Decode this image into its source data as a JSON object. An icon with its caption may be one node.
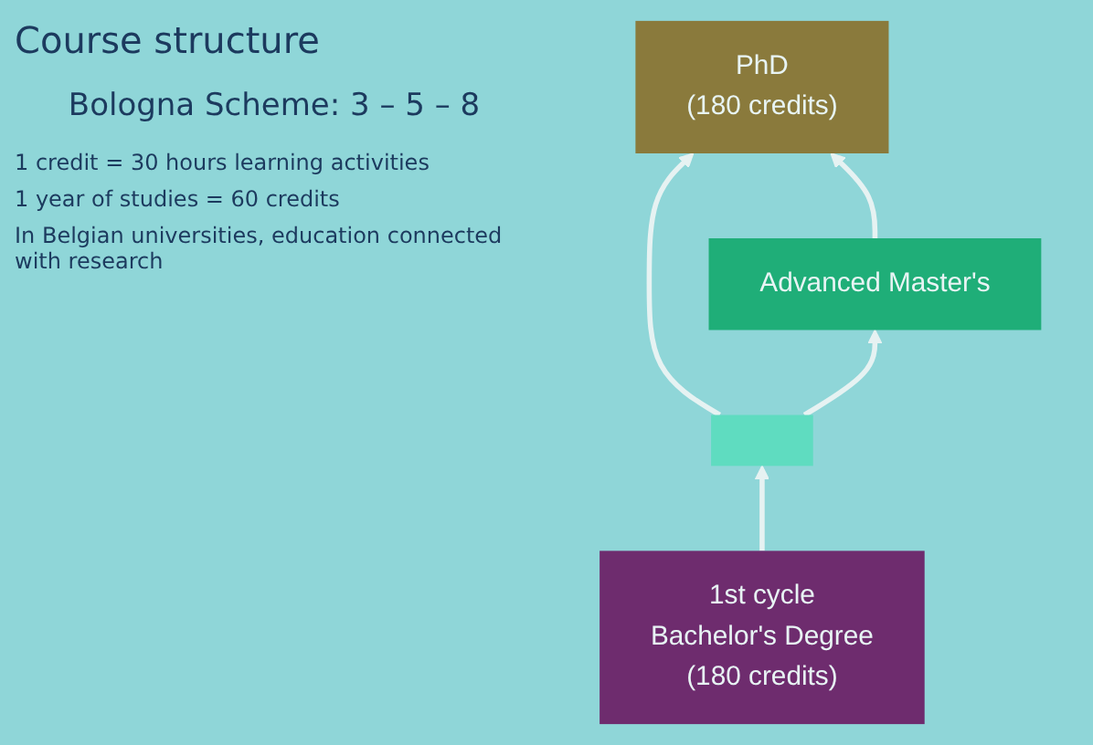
{
  "diagram": {
    "title": "Course structure",
    "nodes": [
      {
        "text": [
          "PhD",
          "(180 credits)"
        ]
      },
      {
        "text": [
          "Advanced Master's"
        ]
      },
      {
        "text": [],
        "shape": "box"
      },
      {
        "text": [
          "1st cycle",
          "Bachelor's Degree",
          "(180 credits)"
        ]
      }
    ],
    "edges": [
      {
        "from": 3,
        "to": 2,
        "arrow": "to"
      },
      {
        "from": 2,
        "to": 1,
        "arrow": "to"
      },
      {
        "from": 2,
        "to": 0,
        "arrow": "to"
      },
      {
        "from": 1,
        "to": 0,
        "arrow": "to"
      }
    ],
    "labels": [
      "Bologna Scheme: 3 – 5 – 8",
      "1 credit = 30 hours learning activities",
      "1 year of studies = 60 credits",
      "In Belgian universities, education connected with research"
    ]
  }
}
